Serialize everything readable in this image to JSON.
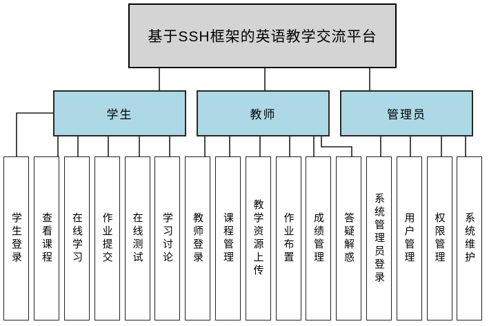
{
  "title": "基于SSH框架的英语教学交流平台",
  "colors": {
    "root_fill": "#d4d4d4",
    "branch_fill": "#add8e6",
    "leaf_fill": "#ffffff",
    "line": "#1a1a1a"
  },
  "groups": [
    {
      "label": "学生",
      "children": [
        "学生登录",
        "查看课程",
        "在线学习",
        "作业提交",
        "在线测试",
        "学习讨论"
      ]
    },
    {
      "label": "教师",
      "children": [
        "教师登录",
        "课程管理",
        "教学资源上传",
        "作业布置",
        "成绩管理",
        "答疑解惑"
      ]
    },
    {
      "label": "管理员",
      "children": [
        "系统管理员登录",
        "用户管理",
        "权限管理",
        "系统维护"
      ]
    }
  ]
}
